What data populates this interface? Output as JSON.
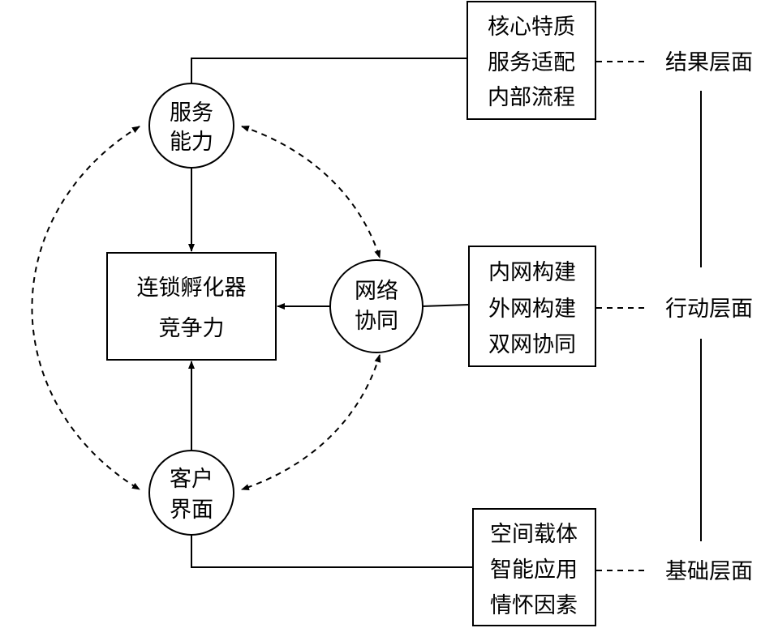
{
  "nodes": {
    "service": [
      "服务",
      "能力"
    ],
    "network": [
      "网络",
      "协同"
    ],
    "customer": [
      "客户",
      "界面"
    ]
  },
  "center_box": [
    "连锁孵化器",
    "竞争力"
  ],
  "detail_boxes": {
    "top": [
      "核心特质",
      "服务适配",
      "内部流程"
    ],
    "middle": [
      "内网构建",
      "外网构建",
      "双网协同"
    ],
    "bottom": [
      "空间载体",
      "智能应用",
      "情怀因素"
    ]
  },
  "levels": {
    "result": "结果层面",
    "action": "行动层面",
    "basis": "基础层面"
  }
}
